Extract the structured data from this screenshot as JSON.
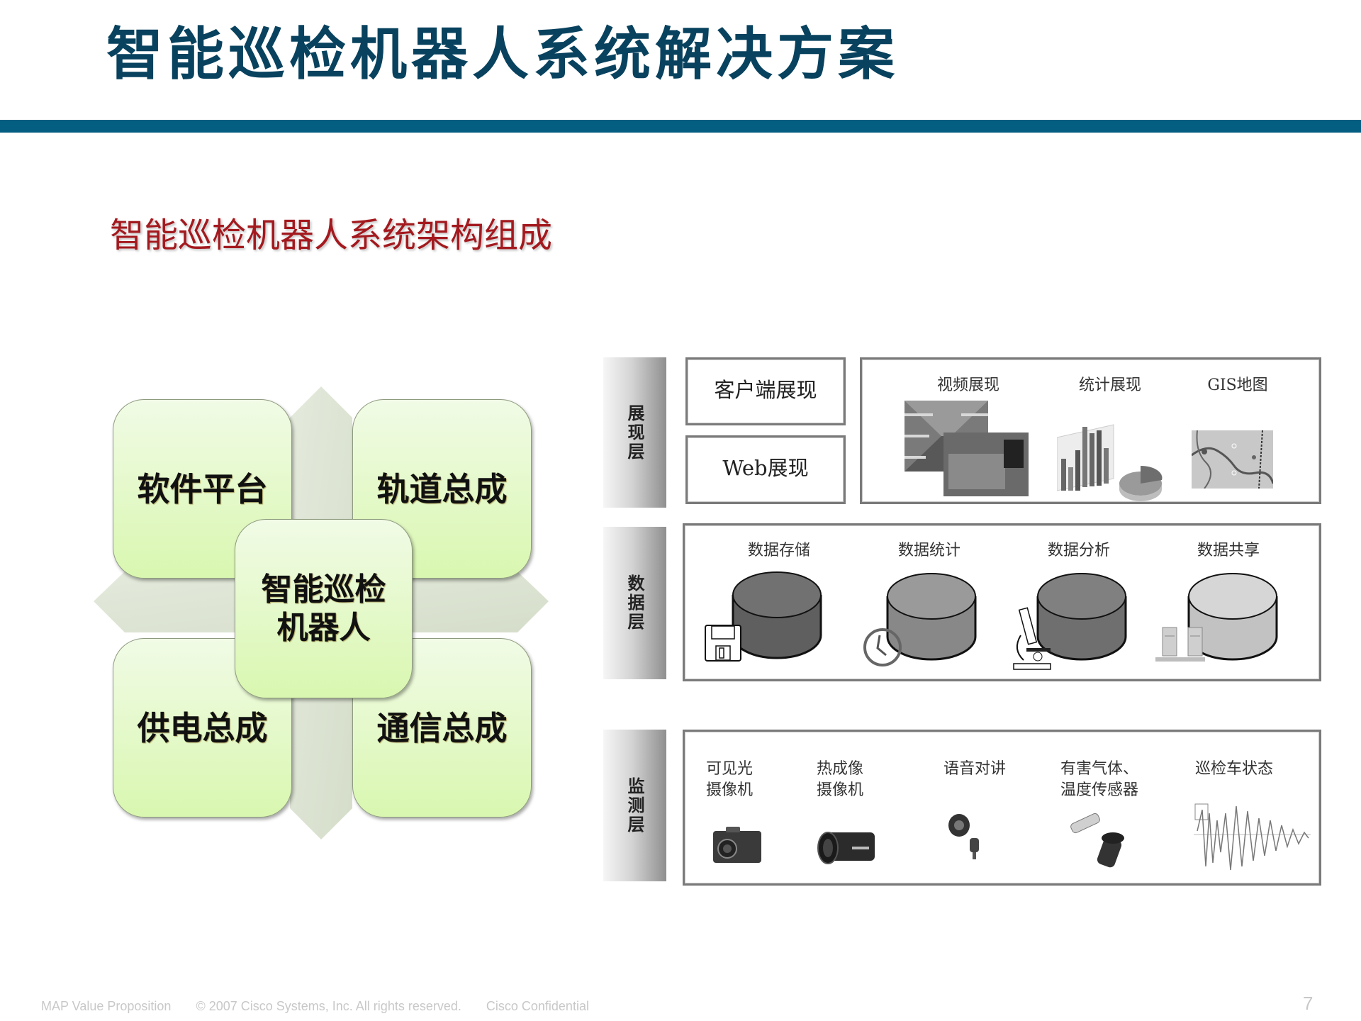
{
  "slide": {
    "title": "智能巡检机器人系统解决方案",
    "subtitle": "智能巡检机器人系统架构组成",
    "colors": {
      "title": "#08425E",
      "header_bar": "#045E82",
      "subtitle": "#A3191E",
      "box_fill_top": "#F1FBE6",
      "box_fill_bottom": "#D9F7B0",
      "cross_arrow": "#DCE4D2"
    }
  },
  "composition": {
    "center": {
      "line1": "智能巡检",
      "line2": "机器人"
    },
    "top_left": "软件平台",
    "top_right": "轨道总成",
    "bottom_left": "供电总成",
    "bottom_right": "通信总成"
  },
  "architecture": {
    "layers": [
      {
        "name": "展现层",
        "left_items": [
          "客户端展现",
          "Web展现"
        ],
        "items": [
          {
            "label": "视频展现",
            "icon": "video-thumbnail-icon"
          },
          {
            "label": "统计展现",
            "icon": "statistics-chart-icon"
          },
          {
            "label": "GIS地图",
            "icon": "gis-map-icon"
          }
        ]
      },
      {
        "name": "数据层",
        "items": [
          {
            "label": "数据存储",
            "icon": "floppy-disk-icon",
            "cylinder_color": "#6f6f6f"
          },
          {
            "label": "数据统计",
            "icon": "clock-icon",
            "cylinder_color": "#8c8c8c"
          },
          {
            "label": "数据分析",
            "icon": "microscope-icon",
            "cylinder_color": "#7a7a7a"
          },
          {
            "label": "数据共享",
            "icon": "servers-icon",
            "cylinder_color": "#c4c4c4"
          }
        ]
      },
      {
        "name": "监测层",
        "items": [
          {
            "line1": "可见光",
            "line2": "摄像机",
            "icon": "box-camera-icon"
          },
          {
            "line1": "热成像",
            "line2": "摄像机",
            "icon": "thermal-camera-icon"
          },
          {
            "line1": "语音对讲",
            "line2": "",
            "icon": "speaker-microphone-icon"
          },
          {
            "line1": "有害气体、",
            "line2": "温度传感器",
            "icon": "sensor-icon"
          },
          {
            "line1": "巡检车状态",
            "line2": "",
            "icon": "waveform-icon"
          }
        ]
      }
    ]
  },
  "footer": {
    "product": "MAP Value Proposition",
    "copyright": "© 2007 Cisco Systems, Inc. All rights reserved.",
    "classification": "Cisco Confidential",
    "page_number": "7"
  }
}
